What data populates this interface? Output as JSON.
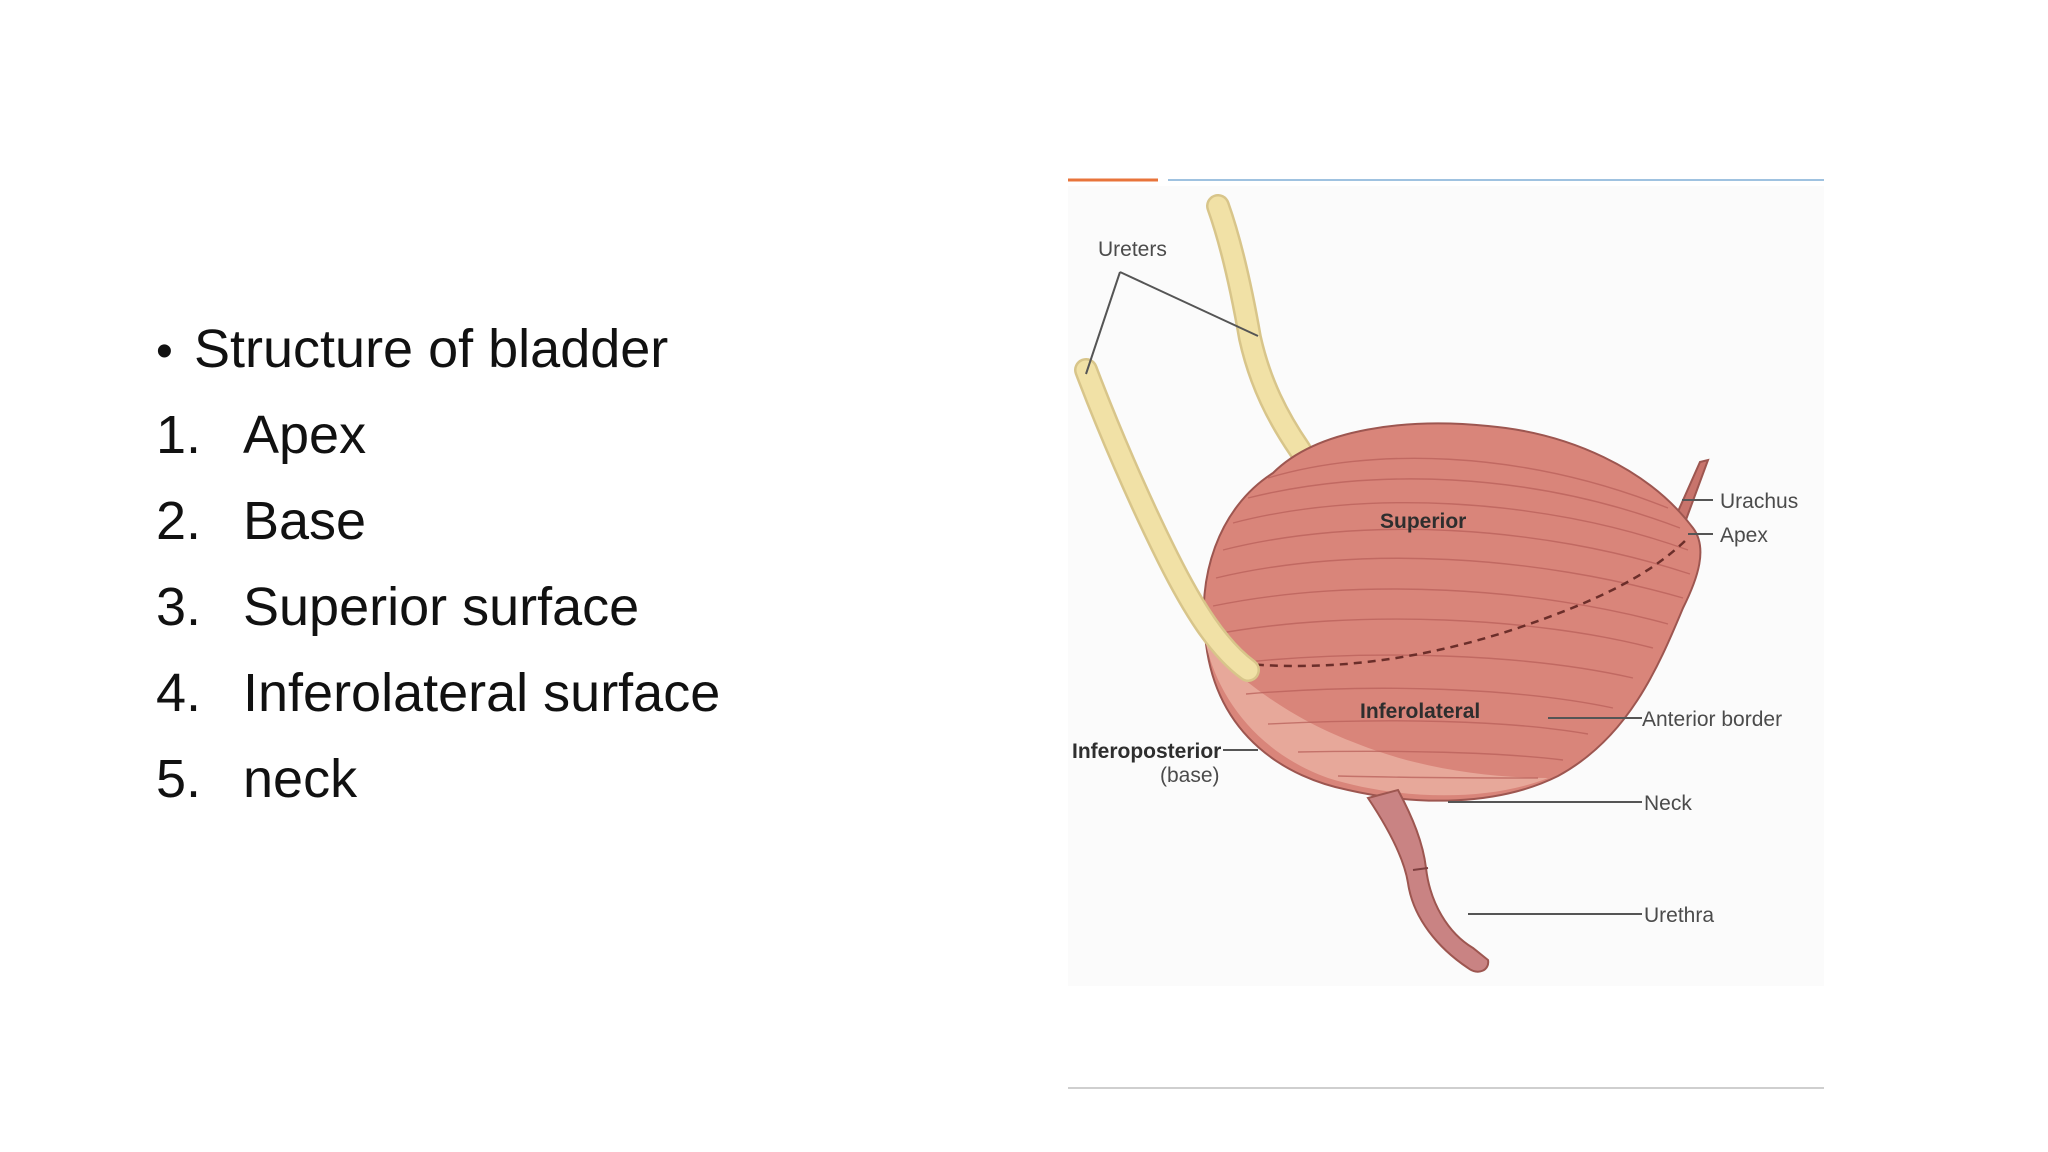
{
  "slide": {
    "bullet": "Structure of bladder",
    "items": [
      {
        "num": "1.",
        "label": "Apex"
      },
      {
        "num": "2.",
        "label": "Base"
      },
      {
        "num": "3.",
        "label": "Superior surface"
      },
      {
        "num": "4.",
        "label": "Inferolateral surface"
      },
      {
        "num": "5.",
        "label": "neck"
      }
    ]
  },
  "figure": {
    "labels": {
      "ureters": "Ureters",
      "urachus": "Urachus",
      "apex": "Apex",
      "superior": "Superior",
      "inferolateral": "Inferolateral",
      "anterior_border": "Anterior border",
      "inferoposterior": "Inferoposterior",
      "base": "(base)",
      "neck": "Neck",
      "urethra": "Urethra"
    },
    "colors": {
      "bladder": "#d9857a",
      "bladder_dark": "#b9605a",
      "ureter": "#f1e1a6",
      "urethra": "#c98383",
      "top_rule_accent": "#e8743b",
      "top_rule": "#9fc2e0"
    }
  }
}
